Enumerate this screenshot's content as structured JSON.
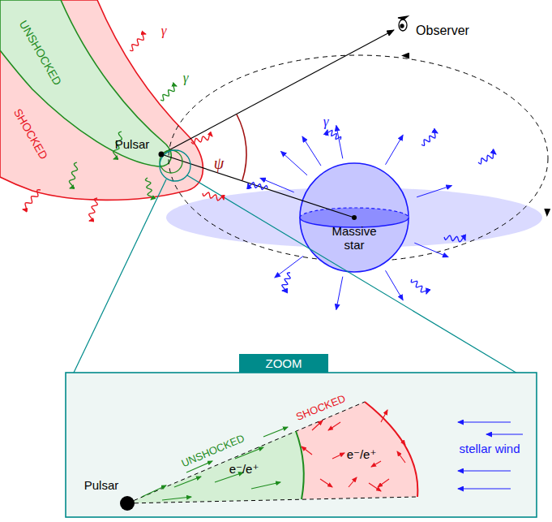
{
  "diagram": {
    "nodes": [
      {
        "text": [
          "UNSHOCKED"
        ]
      },
      {
        "text": [
          "SHOCKED"
        ]
      },
      {
        "text": [
          "Massive star"
        ]
      },
      {
        "text": [
          "ZOOM"
        ]
      },
      {
        "text": [
          "UNSHOCKED",
          "e⁻/e⁺"
        ],
        "in": 3
      },
      {
        "text": [
          "SHOCKED",
          "e⁻/e⁺"
        ],
        "in": 3
      }
    ],
    "labels": [
      "Observer",
      "Pulsar",
      "ψ",
      "γ",
      "γ",
      "γ",
      "Pulsar",
      "stellar wind"
    ]
  }
}
